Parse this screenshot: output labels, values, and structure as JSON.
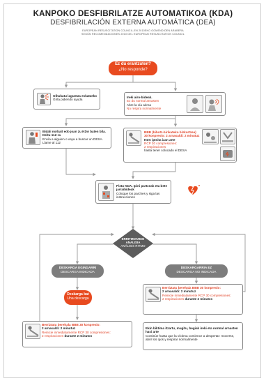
{
  "header": {
    "title_eu": "KANPOKO DESFIBRILATZE AUTOMATIKOA (KDA)",
    "title_es": "DESFIBRILACIÓN EXTERNA AUTOMÁTICA (DEA)",
    "note_line1": "EUROPEAN RESUSCITATION COUNCIL-EN 2010EKO GOMENDIOEN ARABERA",
    "note_line2": "SEGÚN RECOMENDACIONES 2010 DEL EUROPEAN RESUSCITATION COUNCIL"
  },
  "start": {
    "eu": "Ez du erantzuten?",
    "es": "¿No responde?"
  },
  "shout": {
    "eu": "Oihukatu laguntza eskatzeko",
    "es": "Grita pidiendo ayuda"
  },
  "airway": {
    "eu1": "Ireki airo-bideak.",
    "eu2": "Ez du normal arnasten",
    "es1": "Abre la vía aérea",
    "es2": "No respira normalmente"
  },
  "send": {
    "eu": "Bidali norbait edo joan zu KDA baten bila. Deitu 112-ra",
    "es": "Envía a alguien o vaya a buscar un DESA. Llame al 112"
  },
  "cpr": {
    "eu1": "BBB (bihotz-birikateko bizkortzea)",
    "eu2": "30 konpresio: 2 arnasaldi: 2 minutuz",
    "eu3": "KDA iptsita izan arte",
    "es1": "RCP 30 compresiones:",
    "es2": "2 respiraciones",
    "es3": "hasta tener colocado el DESA"
  },
  "pads": {
    "eu": "Piztu KDA. Ipini partxeak eta bete jarraibideak",
    "es": "Coloque los parches y siga las instrucciones"
  },
  "analysis": {
    "eu": "ERRITMOAREN ANALISIA",
    "es": "ANÁLISIS RITMO"
  },
  "shock_indicated": {
    "eu": "DESKARGA EGINGARRI",
    "es": "DESCARGA INDICADA"
  },
  "no_shock": {
    "eu": "DESKARGARRIA EZ",
    "es": "DESCARGA NO INDICADA"
  },
  "shock": {
    "eu": "Deskarga bat",
    "es": "Una descarga"
  },
  "resume_left": {
    "eu1": "Berriztatu berehala BBB 30 konpresio:",
    "eu2": "2 arnasaldi: 2 minutuz",
    "es1": "Reinicie inmediatamente RCP 30 compresiones:",
    "es2": "2 respiraciones",
    "es3": "durante 2 minutos"
  },
  "resume_right": {
    "eu1": "Berriztatu berehala BBB 30 konpresio:",
    "eu2": "2 arnasaldi: 2 minutuz",
    "es1": "Reinicie inmediatamente RCP 30 compresiones:",
    "es2": "2 respiraciones",
    "es3": "durante 2 minutos"
  },
  "continue": {
    "eu": "Ekin biktima itzartu, mugitu, begiak ireki eta normal arnasten hasi arte",
    "es": "Continúe hasta que la víctima comience a despertar: moverse, abrir los ojos y respirar normalmente"
  },
  "colors": {
    "accent": "#e84a1f",
    "grey": "#7d7d7d",
    "diamond": "#5c5c5c"
  }
}
